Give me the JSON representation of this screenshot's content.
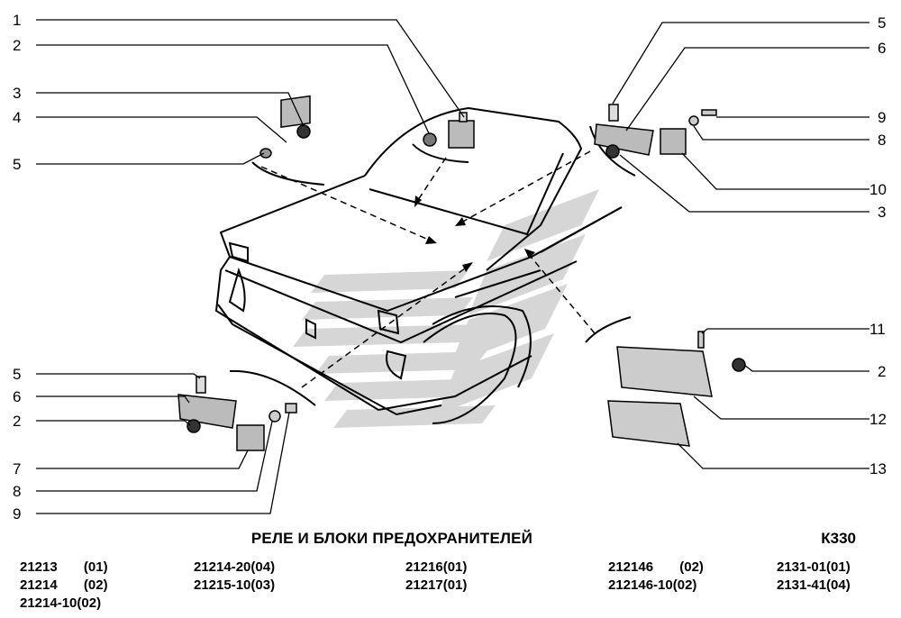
{
  "title": "РЕЛЕ И БЛОКИ ПРЕДОХРАНИТЕЛЕЙ",
  "code": "К330",
  "callouts": [
    "1",
    "2",
    "3",
    "4",
    "5",
    "5",
    "6",
    "9",
    "8",
    "10",
    "3",
    "11",
    "2",
    "12",
    "13",
    "5",
    "6",
    "2",
    "7",
    "8",
    "9"
  ],
  "models": [
    [
      "21213       (01)",
      "21214       (02)",
      "21214-10(02)"
    ],
    [
      "21214-20(04)",
      "21215-10(03)"
    ],
    [
      "21216(01)",
      "21217(01)"
    ],
    [
      "212146       (02)",
      "212146-10(02)"
    ],
    [
      "2131-01(01)",
      "2131-41(04)"
    ]
  ]
}
